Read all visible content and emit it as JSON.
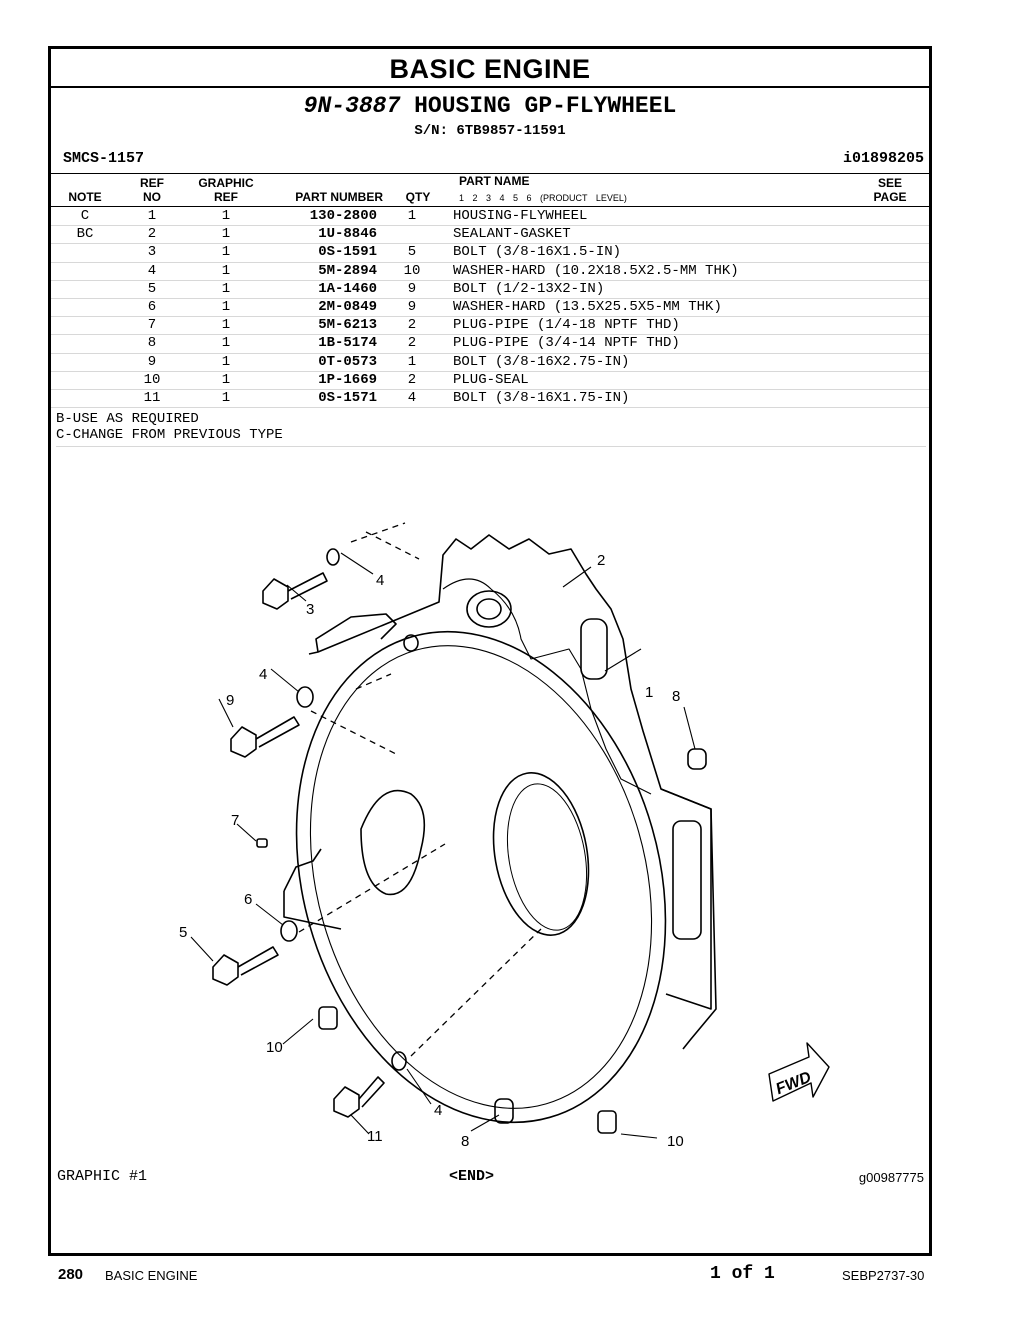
{
  "header": {
    "section_title": "BASIC ENGINE",
    "part_number": "9N-3887",
    "part_title": "HOUSING GP-FLYWHEEL",
    "serial": "S/N: 6TB9857-11591",
    "smcs": "SMCS-1157",
    "illustration_id": "i01898205"
  },
  "columns": {
    "note": "NOTE",
    "ref_no_top": "REF",
    "ref_no_bottom": "NO",
    "graphic_top": "GRAPHIC",
    "graphic_bottom": "REF",
    "part_number": "PART NUMBER",
    "qty": "QTY",
    "part_name": "PART NAME",
    "product_levels": "1 2 3 4 5 6 (PRODUCT LEVEL)",
    "see_top": "SEE",
    "see_bottom": "PAGE"
  },
  "parts": [
    {
      "note": "C",
      "ref": "1",
      "graphic": "1",
      "part_number": "130-2800",
      "qty": "1",
      "name": "HOUSING-FLYWHEEL"
    },
    {
      "note": "BC",
      "ref": "2",
      "graphic": "1",
      "part_number": "1U-8846",
      "qty": "",
      "name": "SEALANT-GASKET"
    },
    {
      "note": "",
      "ref": "3",
      "graphic": "1",
      "part_number": "0S-1591",
      "qty": "5",
      "name": "BOLT (3/8-16X1.5-IN)"
    },
    {
      "note": "",
      "ref": "4",
      "graphic": "1",
      "part_number": "5M-2894",
      "qty": "10",
      "name": "WASHER-HARD (10.2X18.5X2.5-MM THK)"
    },
    {
      "note": "",
      "ref": "5",
      "graphic": "1",
      "part_number": "1A-1460",
      "qty": "9",
      "name": "BOLT (1/2-13X2-IN)"
    },
    {
      "note": "",
      "ref": "6",
      "graphic": "1",
      "part_number": "2M-0849",
      "qty": "9",
      "name": "WASHER-HARD (13.5X25.5X5-MM THK)"
    },
    {
      "note": "",
      "ref": "7",
      "graphic": "1",
      "part_number": "5M-6213",
      "qty": "2",
      "name": "PLUG-PIPE (1/4-18 NPTF THD)"
    },
    {
      "note": "",
      "ref": "8",
      "graphic": "1",
      "part_number": "1B-5174",
      "qty": "2",
      "name": "PLUG-PIPE (3/4-14 NPTF THD)"
    },
    {
      "note": "",
      "ref": "9",
      "graphic": "1",
      "part_number": "0T-0573",
      "qty": "1",
      "name": "BOLT (3/8-16X2.75-IN)"
    },
    {
      "note": "",
      "ref": "10",
      "graphic": "1",
      "part_number": "1P-1669",
      "qty": "2",
      "name": "PLUG-SEAL"
    },
    {
      "note": "",
      "ref": "11",
      "graphic": "1",
      "part_number": "0S-1571",
      "qty": "4",
      "name": "BOLT (3/8-16X1.75-IN)"
    }
  ],
  "notes": [
    "B-USE AS REQUIRED",
    "C-CHANGE FROM PREVIOUS TYPE"
  ],
  "diagram": {
    "callouts": [
      "1",
      "2",
      "3",
      "4",
      "4",
      "4",
      "5",
      "6",
      "7",
      "8",
      "8",
      "9",
      "10",
      "10",
      "11"
    ],
    "fwd_label": "FWD"
  },
  "graphic_label": "GRAPHIC #1",
  "end_label": "<END>",
  "graphic_id": "g00987775",
  "footer": {
    "page_number": "280",
    "section": "BASIC ENGINE",
    "page_of": "1 of 1",
    "document": "SEBP2737-30"
  }
}
